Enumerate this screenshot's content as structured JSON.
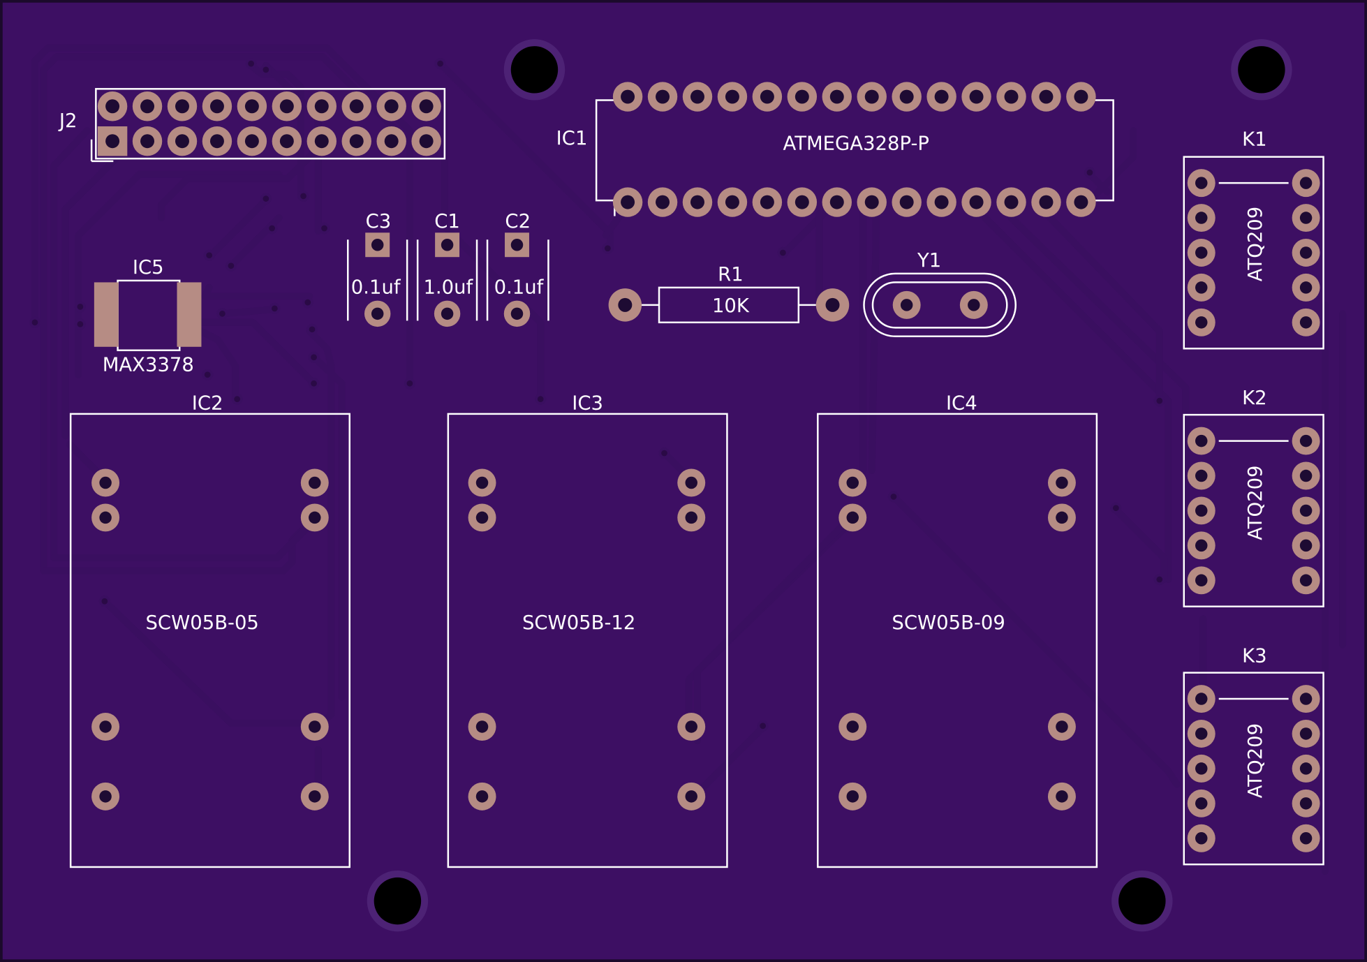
{
  "colors": {
    "board": "#3d0f63",
    "board_edge": "#1b0a2b",
    "copper_pad": "#b68c84",
    "silkscreen": "#ffffff",
    "trace": "#3a0f60"
  },
  "components": {
    "j2": {
      "designator": "J2"
    },
    "ic1": {
      "designator": "IC1",
      "value": "ATMEGA328P-P"
    },
    "ic5": {
      "designator": "IC5",
      "value": "MAX3378"
    },
    "c3": {
      "designator": "C3",
      "value": "0.1uf"
    },
    "c1": {
      "designator": "C1",
      "value": "1.0uf"
    },
    "c2": {
      "designator": "C2",
      "value": "0.1uf"
    },
    "r1": {
      "designator": "R1",
      "value": "10K"
    },
    "y1": {
      "designator": "Y1"
    },
    "ic2": {
      "designator": "IC2",
      "value": "SCW05B-05"
    },
    "ic3": {
      "designator": "IC3",
      "value": "SCW05B-12"
    },
    "ic4": {
      "designator": "IC4",
      "value": "SCW05B-09"
    },
    "k1": {
      "designator": "K1",
      "value": "ATQ209"
    },
    "k2": {
      "designator": "K2",
      "value": "ATQ209"
    },
    "k3": {
      "designator": "K3",
      "value": "ATQ209"
    }
  }
}
